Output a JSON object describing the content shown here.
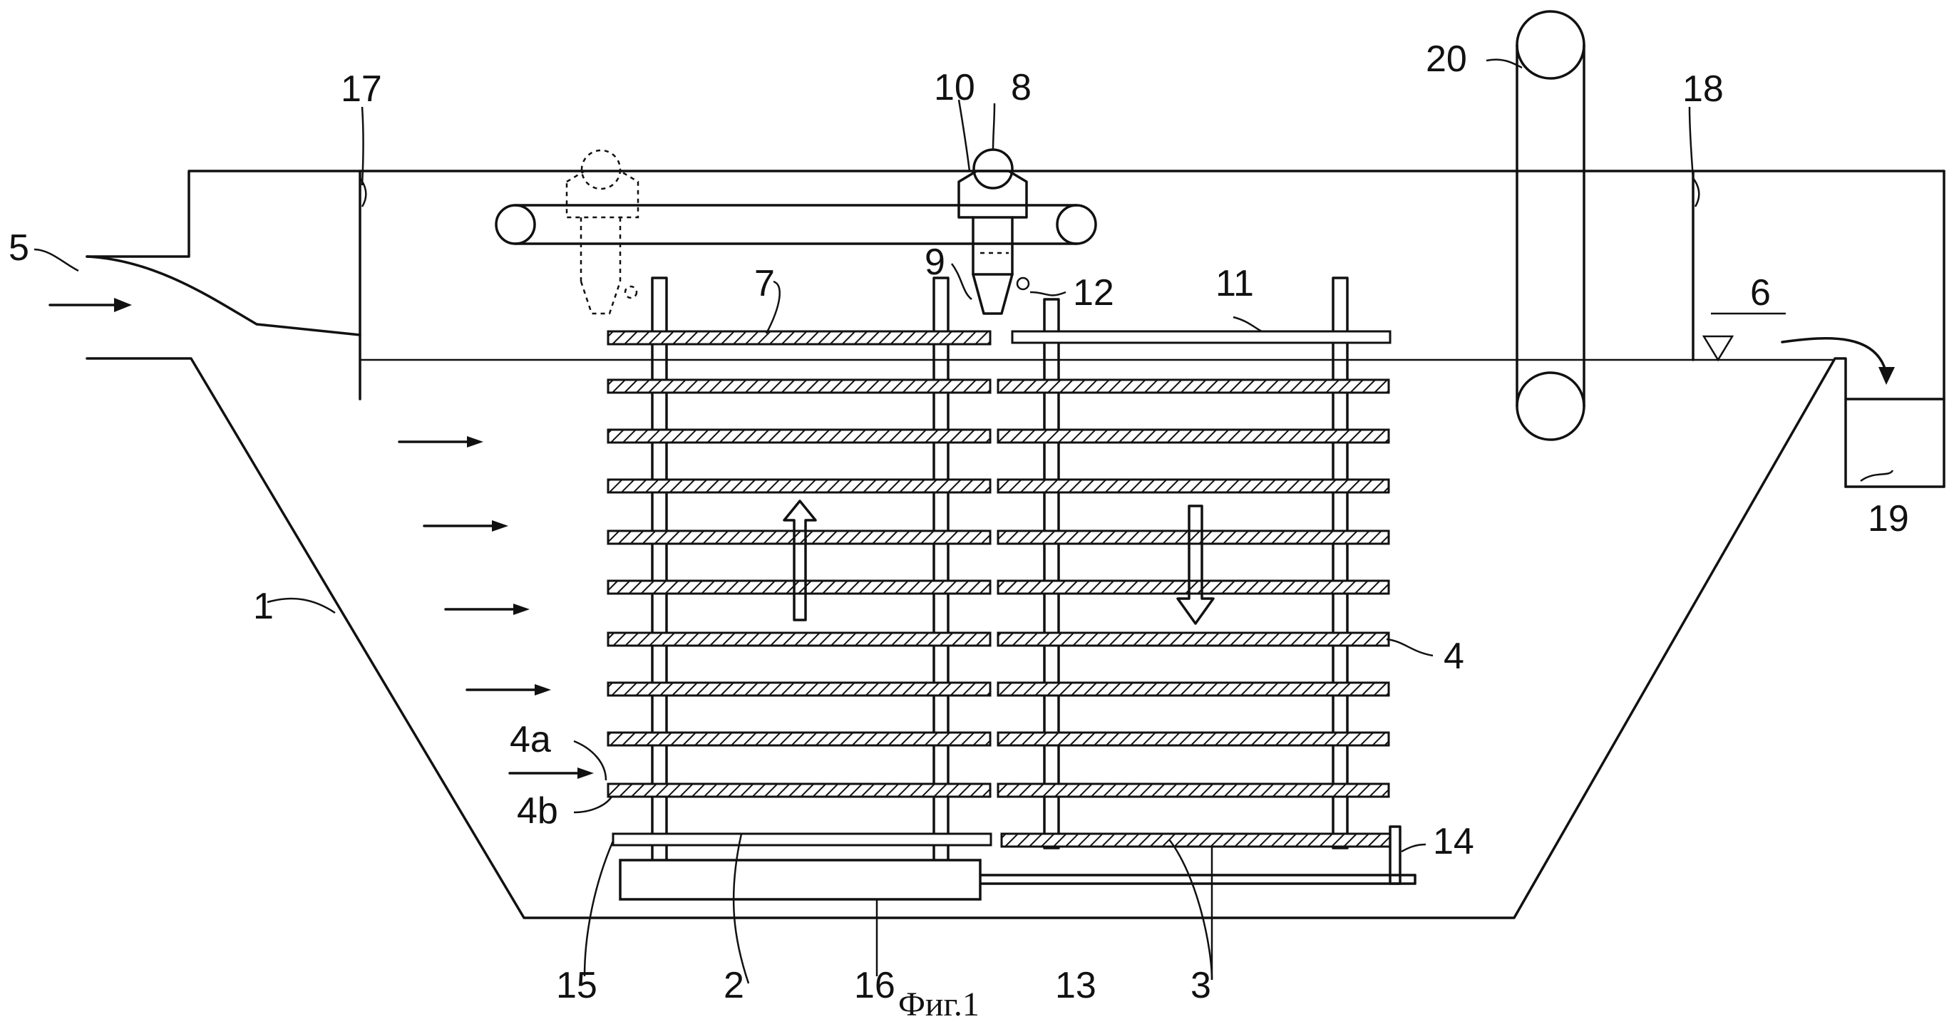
{
  "labels": {
    "l1": "1",
    "l2": "2",
    "l3": "3",
    "l4": "4",
    "l4a": "4a",
    "l4b": "4b",
    "l5": "5",
    "l6": "6",
    "l7": "7",
    "l8": "8",
    "l9": "9",
    "l10": "10",
    "l11": "11",
    "l12": "12",
    "l13": "13",
    "l14": "14",
    "l15": "15",
    "l16": "16",
    "l17": "17",
    "l18": "18",
    "l19": "19",
    "l20": "20"
  },
  "caption": "Фиг.1"
}
